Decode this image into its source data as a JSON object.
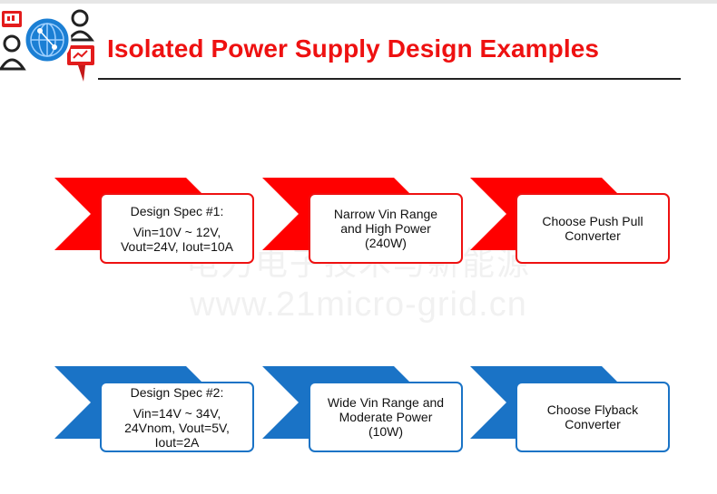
{
  "header": {
    "title": "Isolated Power Supply Design Examples"
  },
  "watermark": {
    "line1": "电力电子技术与新能源",
    "line2": "www.21micro-grid.cn"
  },
  "colors": {
    "title": "#ee1111",
    "red_chevron": "#ff0000",
    "blue_chevron": "#1a73c6",
    "red_border": "#ee1111",
    "blue_border": "#1a73c6"
  },
  "flow_rows": [
    {
      "color": "red",
      "steps": [
        {
          "lines": [
            "Design Spec #1:",
            "",
            "Vin=10V ~ 12V,",
            "Vout=24V, Iout=10A"
          ]
        },
        {
          "lines": [
            "Narrow Vin Range",
            "and High Power",
            "(240W)"
          ]
        },
        {
          "lines": [
            "Choose Push Pull",
            "Converter"
          ]
        }
      ]
    },
    {
      "color": "blue",
      "steps": [
        {
          "lines": [
            "Design Spec #2:",
            "",
            "Vin=14V ~ 34V,",
            "24Vnom, Vout=5V,",
            "Iout=2A"
          ]
        },
        {
          "lines": [
            "Wide Vin Range and",
            "Moderate Power",
            "(10W)"
          ]
        },
        {
          "lines": [
            "Choose Flyback",
            "Converter"
          ]
        }
      ]
    }
  ]
}
